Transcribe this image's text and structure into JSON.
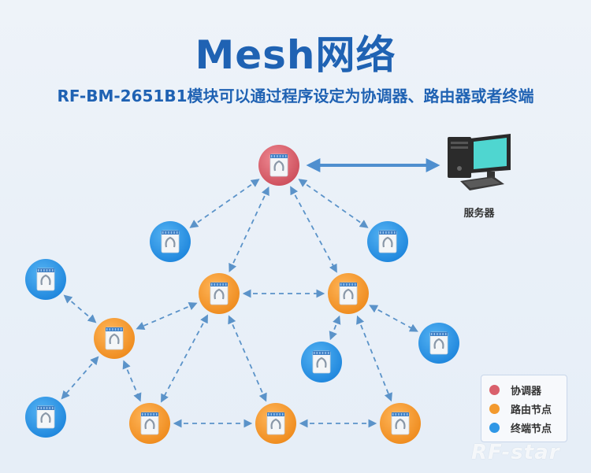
{
  "header": {
    "title": "Mesh网络",
    "subtitle": "RF-BM-2651B1模块可以通过程序设定为协调器、路由器或者终端"
  },
  "server": {
    "label": "服务器"
  },
  "legend": {
    "items": [
      {
        "label": "协调器",
        "color": "#d9606c"
      },
      {
        "label": "路由节点",
        "color": "#f39a2e"
      },
      {
        "label": "终端节点",
        "color": "#2f97e6"
      }
    ]
  },
  "logo": {
    "text": "RF-star"
  },
  "nodes": [
    {
      "id": "coordinator",
      "type": "coordinator"
    },
    {
      "id": "end1",
      "type": "end"
    },
    {
      "id": "end2",
      "type": "end"
    },
    {
      "id": "router1",
      "type": "router"
    },
    {
      "id": "router2",
      "type": "router"
    },
    {
      "id": "end3",
      "type": "end"
    },
    {
      "id": "router3",
      "type": "router"
    },
    {
      "id": "end4",
      "type": "end"
    },
    {
      "id": "end5",
      "type": "end"
    },
    {
      "id": "end6",
      "type": "end"
    },
    {
      "id": "router4",
      "type": "router"
    },
    {
      "id": "router5",
      "type": "router"
    },
    {
      "id": "router6",
      "type": "router"
    }
  ],
  "links": [
    [
      "coordinator",
      "end1"
    ],
    [
      "coordinator",
      "end2"
    ],
    [
      "coordinator",
      "router1"
    ],
    [
      "coordinator",
      "router2"
    ],
    [
      "router1",
      "router2"
    ],
    [
      "router1",
      "router3"
    ],
    [
      "router1",
      "router4"
    ],
    [
      "router1",
      "router5"
    ],
    [
      "router2",
      "end4"
    ],
    [
      "router2",
      "end6"
    ],
    [
      "router2",
      "router6"
    ],
    [
      "end3",
      "router3"
    ],
    [
      "router3",
      "end5"
    ],
    [
      "router3",
      "router4"
    ],
    [
      "router4",
      "router5"
    ],
    [
      "router5",
      "router6"
    ]
  ],
  "colors": {
    "coordinator": "#d9606c",
    "router": "#f39a2e",
    "end": "#2f97e6",
    "link": "#5b93c9",
    "title": "#1f62b3"
  }
}
